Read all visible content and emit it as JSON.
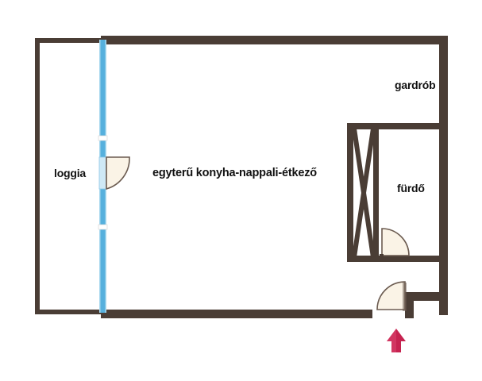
{
  "plan": {
    "type": "apartment-floor-plan",
    "rooms": [
      {
        "id": "loggia",
        "label": "loggia"
      },
      {
        "id": "main",
        "label": "egyterű konyha-nappali-étkező"
      },
      {
        "id": "gardrob",
        "label": "gardrób"
      },
      {
        "id": "furdo",
        "label": "fürdő"
      }
    ],
    "features": {
      "glass_wall": "glass-partition-wall",
      "entrance_marker": "entrance-arrow-icon",
      "doors": [
        "loggia-door",
        "bathroom-door",
        "entrance-door"
      ],
      "cabinet": "wardrobe-cross-symbol"
    }
  },
  "colors": {
    "wall": "#4a3d35",
    "wall_light": "#564840",
    "glass": "#56b0dd",
    "glass_edge": "#a9d9ef",
    "door_fill": "#faf3e6",
    "door_stroke": "#6b5b50",
    "arrow": "#c62350",
    "background": "#ffffff",
    "text": "#111111"
  },
  "labels": {
    "loggia": "loggia",
    "main_room": "egyterű konyha-nappali-étkező",
    "gardrob": "gardrób",
    "furdo": "fürdő"
  }
}
